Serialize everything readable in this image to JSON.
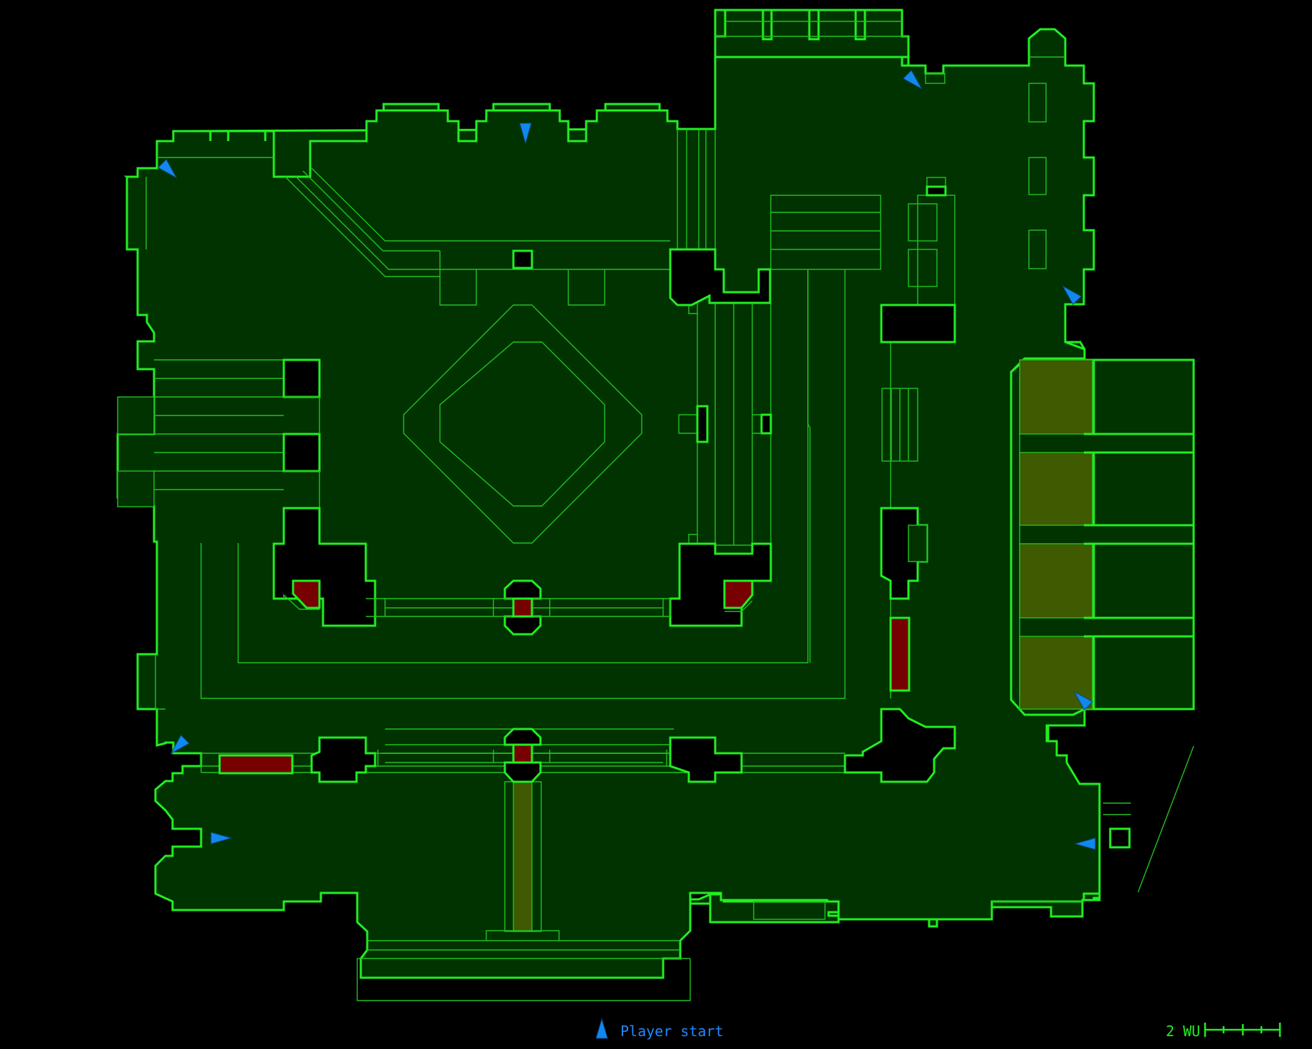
{
  "map": {
    "colors": {
      "background": "#000000",
      "floor": "#003300",
      "wall": "#22ee22",
      "hazard": "#770000",
      "pad": "#3f5a00",
      "player_start": "#1188ee"
    }
  },
  "player_starts": [
    {
      "id": "spawn-1",
      "direction": "south-east"
    },
    {
      "id": "spawn-2",
      "direction": "south"
    },
    {
      "id": "spawn-3",
      "direction": "south-west"
    },
    {
      "id": "spawn-4",
      "direction": "south-east"
    },
    {
      "id": "spawn-5",
      "direction": "north-west"
    },
    {
      "id": "spawn-6",
      "direction": "north-west"
    },
    {
      "id": "spawn-7",
      "direction": "east"
    },
    {
      "id": "spawn-8",
      "direction": "west"
    }
  ],
  "legend": {
    "player_start_label": "Player start",
    "player_start_icon": "player-start-arrow-icon"
  },
  "scale": {
    "label": "2 WU"
  }
}
